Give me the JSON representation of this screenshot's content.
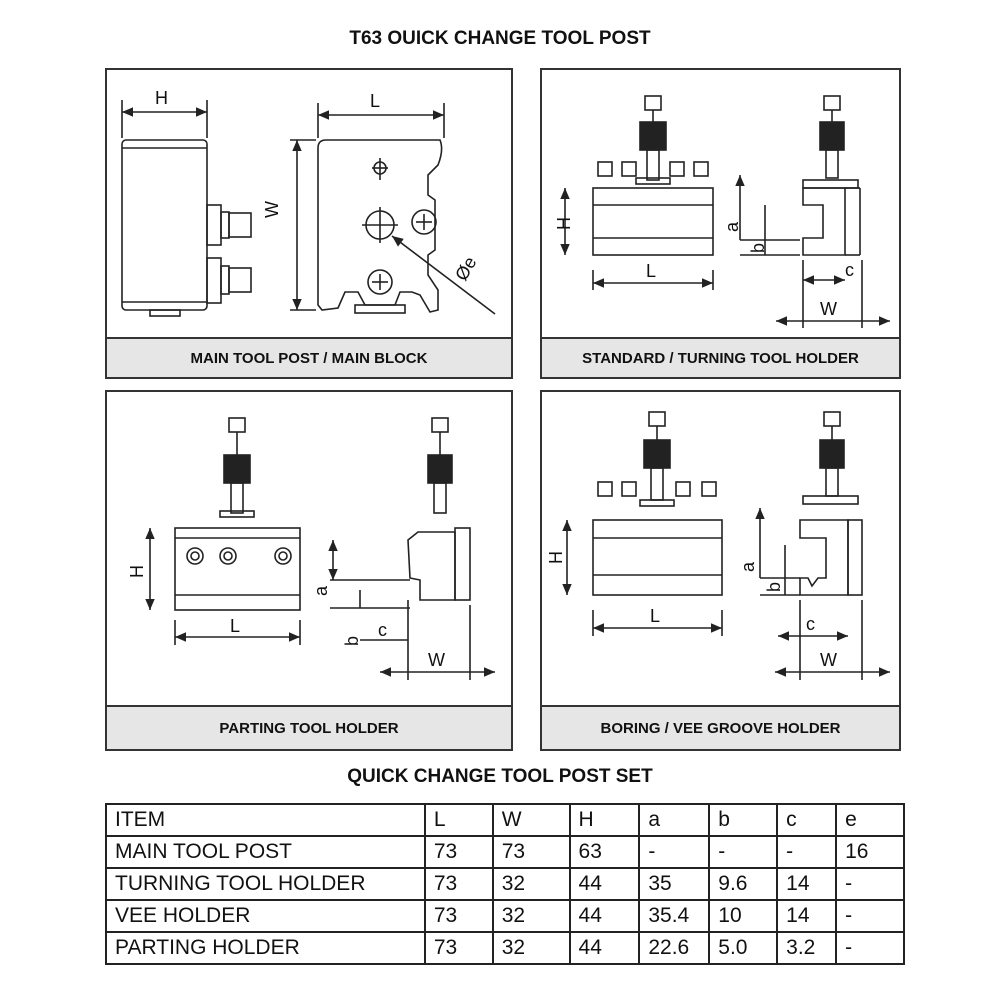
{
  "title": "T63 OUICK CHANGE TOOL POST",
  "panels": [
    {
      "caption": "MAIN TOOL POST / MAIN BLOCK",
      "dims": {
        "H": "H",
        "L": "L",
        "W": "W",
        "e": "Øe"
      }
    },
    {
      "caption": "STANDARD / TURNING TOOL HOLDER",
      "dims": {
        "H": "H",
        "L": "L",
        "a": "a",
        "b": "b",
        "c": "c",
        "W": "W"
      }
    },
    {
      "caption": "PARTING TOOL HOLDER",
      "dims": {
        "H": "H",
        "L": "L",
        "a": "a",
        "b": "b",
        "c": "c",
        "W": "W"
      }
    },
    {
      "caption": "BORING / VEE GROOVE HOLDER",
      "dims": {
        "H": "H",
        "L": "L",
        "a": "a",
        "b": "b",
        "c": "c",
        "W": "W"
      }
    }
  ],
  "table": {
    "title": "QUICK CHANGE TOOL POST SET",
    "headers": [
      "ITEM",
      "L",
      "W",
      "H",
      "a",
      "b",
      "c",
      "e"
    ],
    "rows": [
      [
        "MAIN TOOL POST",
        "73",
        "73",
        "63",
        "-",
        "-",
        "-",
        "16"
      ],
      [
        "TURNING TOOL HOLDER",
        "73",
        "32",
        "44",
        "35",
        "9.6",
        "14",
        "-"
      ],
      [
        "VEE HOLDER",
        "73",
        "32",
        "44",
        "35.4",
        "10",
        "14",
        "-"
      ],
      [
        "PARTING HOLDER",
        "73",
        "32",
        "44",
        "22.6",
        "5.0",
        "3.2",
        "-"
      ]
    ]
  }
}
